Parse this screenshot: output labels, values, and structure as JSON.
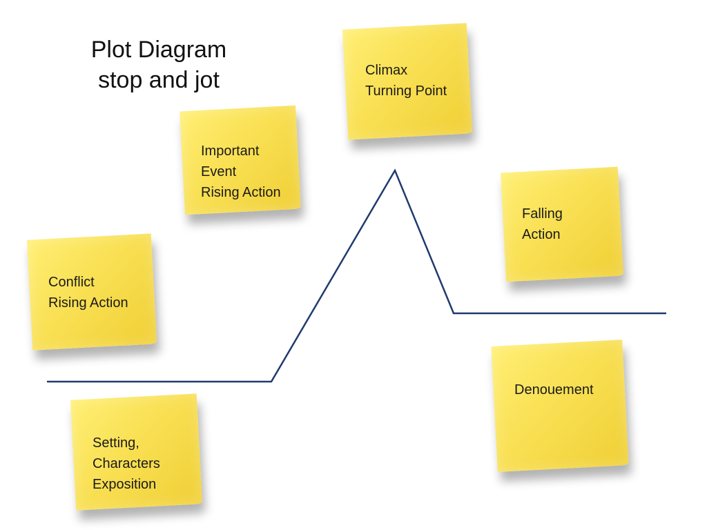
{
  "title": {
    "line1": "Plot Diagram",
    "line2": "stop and jot"
  },
  "notes": {
    "exposition": {
      "lines": [
        "Setting,",
        "Characters",
        "Exposition"
      ]
    },
    "conflict": {
      "lines": [
        "Conflict",
        "Rising Action"
      ]
    },
    "event": {
      "lines": [
        "Important",
        "Event",
        "Rising Action"
      ]
    },
    "climax": {
      "lines": [
        "Climax",
        "Turning Point"
      ]
    },
    "falling": {
      "lines": [
        "Falling",
        "Action"
      ]
    },
    "denouement": {
      "lines": [
        "Denouement"
      ]
    }
  },
  "colors": {
    "line": "#1f3a6e",
    "note": "#f9e054"
  }
}
